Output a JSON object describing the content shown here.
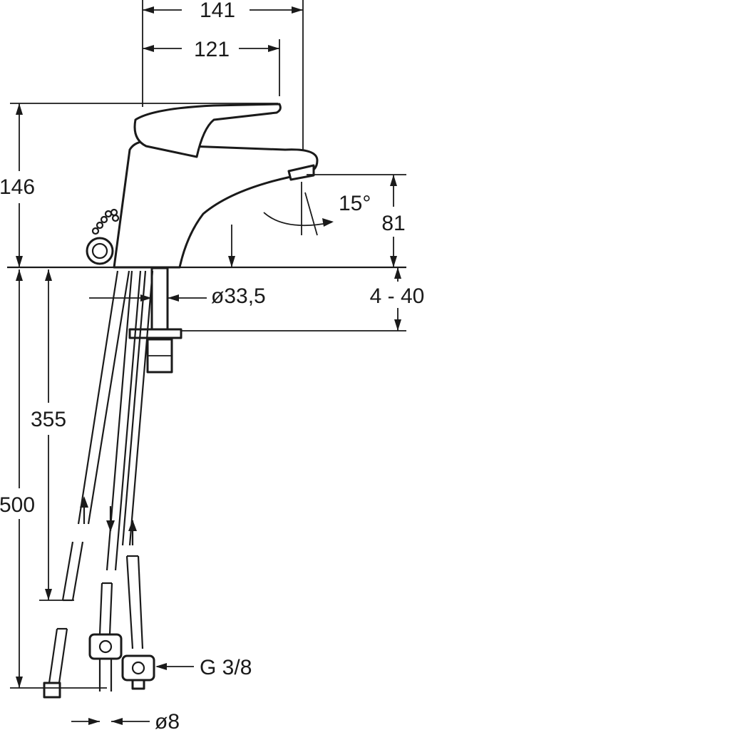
{
  "dimensions": {
    "width_total": "141",
    "width_spout": "121",
    "height_total": "146",
    "spout_height": "81",
    "swivel_angle": "15°",
    "base_diameter": "ø33,5",
    "deck_thickness": "4 - 40",
    "hose_length_short": "355",
    "hose_length_long": "500",
    "connection_thread": "G 3/8",
    "pipe_diameter": "ø8"
  }
}
